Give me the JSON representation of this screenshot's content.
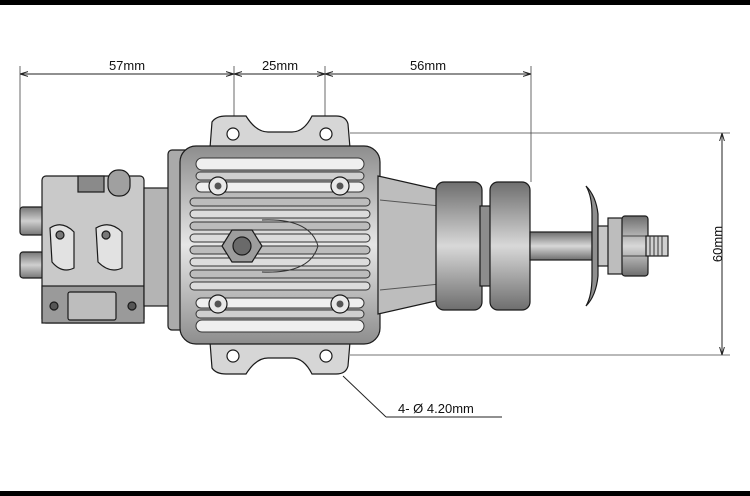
{
  "dimensions": {
    "left_width": "57mm",
    "mid_width": "25mm",
    "right_width": "56mm",
    "height": "60mm",
    "holes": "4- Ø 4.20mm"
  },
  "colors": {
    "frame": "#000000",
    "part_light": "#d9d9d9",
    "part_mid": "#a8a8a8",
    "part_dark": "#5a5a5a"
  }
}
